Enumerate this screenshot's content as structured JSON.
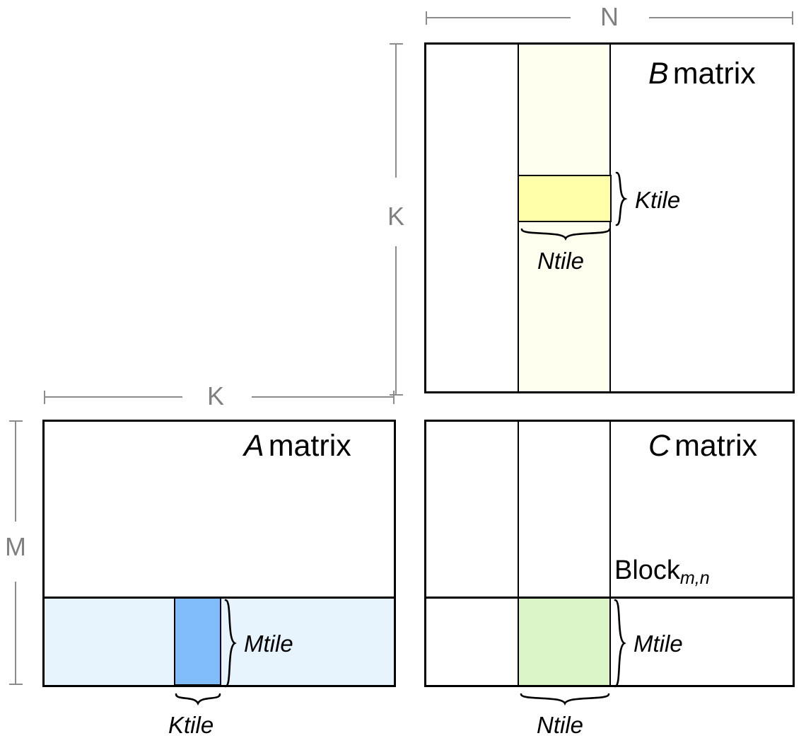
{
  "diagram": {
    "title_a": {
      "symbol": "A",
      "word": "matrix"
    },
    "title_b": {
      "symbol": "B",
      "word": "matrix"
    },
    "title_c": {
      "symbol": "C",
      "word": "matrix"
    },
    "block_label": {
      "base": "Block",
      "subscript": "m,n"
    },
    "dimensions": {
      "n": "N",
      "k_vertical": "K",
      "k_horizontal": "K",
      "m": "M"
    },
    "tiles": {
      "b_ktile": "Ktile",
      "b_ntile": "Ntile",
      "a_mtile": "Mtile",
      "a_ktile": "Ktile",
      "c_mtile": "Mtile",
      "c_ntile": "Ntile"
    },
    "colors": {
      "outline": "#000000",
      "dimension_gray": "#8c8c8c",
      "b_column_strip": "#fffff0",
      "b_ktile_fill": "#ffffaa",
      "a_row_strip": "#e8f4fd",
      "a_ktile_fill": "#80bdf8",
      "c_block_fill": "#dcf5c8",
      "background": "#ffffff"
    }
  }
}
